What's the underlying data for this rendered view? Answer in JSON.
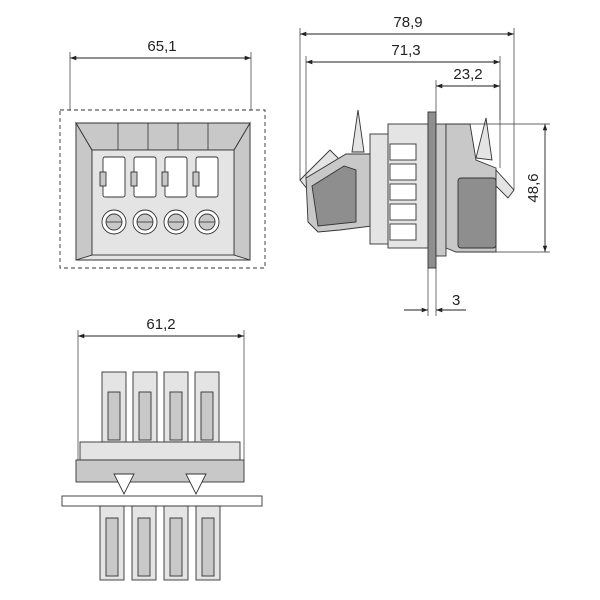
{
  "colors": {
    "part_fill": "#c8c8c8",
    "part_light": "#e4e4e4",
    "part_dark": "#8e8e8e",
    "line": "#333333"
  },
  "dimensions": {
    "front_width": "65,1",
    "side_total_length": "78,9",
    "side_body_length": "71,3",
    "side_rear_length": "23,2",
    "side_height": "48,6",
    "flange_thickness": "3",
    "top_width": "61,2"
  }
}
